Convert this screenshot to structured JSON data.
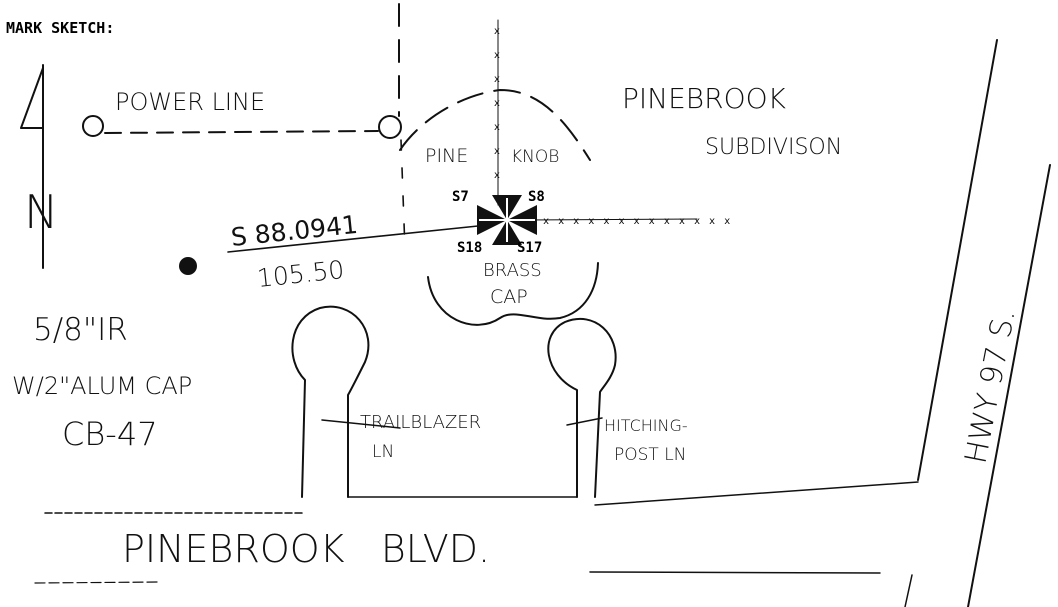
{
  "header": {
    "label": "MARK SKETCH:"
  },
  "north": {
    "letter": "N"
  },
  "labels": {
    "power_line": "POWER LINE",
    "pinebrook_1": "PINEBROOK",
    "pinebrook_2": "SUBDIVISON",
    "pine": "PINE",
    "knob": "KNOB",
    "bearing": "S 88.0941",
    "distance": "105.50",
    "brass_1": "BRASS",
    "brass_2": "CAP",
    "ir_1": "5/8\"IR",
    "ir_2": "W/2\"ALUM CAP",
    "ir_3": "CB-47",
    "trailblazer_1": "TRAILBLAZER",
    "trailblazer_2": "LN",
    "hitching_1": "HITCHING-",
    "hitching_2": "POST LN",
    "blvd": "PINEBROOK   BLVD.",
    "hwy": "HWY 97 S."
  },
  "corner_marks": {
    "nw": "S7",
    "ne": "S8",
    "sw": "S18",
    "se": "S17"
  }
}
